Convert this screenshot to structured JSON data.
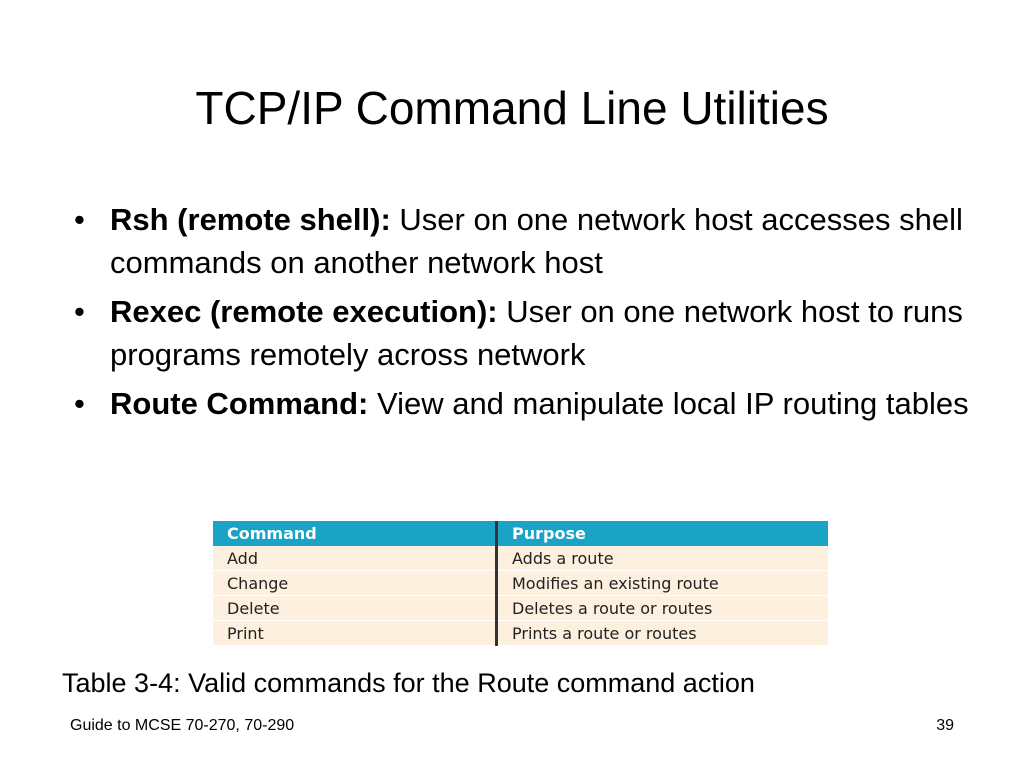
{
  "slide": {
    "title": "TCP/IP Command Line Utilities",
    "bullets": [
      {
        "symbol": "•",
        "term": "Rsh (remote shell):",
        "text": "User on one network host accesses shell commands on another network host"
      },
      {
        "symbol": "•",
        "term": "Rexec (remote execution):",
        "text": "User on one network host to runs programs remotely across network"
      },
      {
        "symbol": "•",
        "term": "Route Command:",
        "text": "View and manipulate local IP routing tables"
      }
    ]
  },
  "table": {
    "headers": [
      "Command",
      "Purpose"
    ],
    "rows": [
      [
        "Add",
        "Adds a route"
      ],
      [
        "Change",
        "Modifies an existing route"
      ],
      [
        "Delete",
        "Deletes a route or routes"
      ],
      [
        "Print",
        "Prints a route or routes"
      ]
    ],
    "caption": "Table 3-4: Valid commands for the Route command action",
    "colors": {
      "header_bg": "#1ba3c6",
      "row_bg": "#fdf0de"
    }
  },
  "footer": {
    "source": "Guide to MCSE 70-270, 70-290",
    "page_number": "39"
  }
}
